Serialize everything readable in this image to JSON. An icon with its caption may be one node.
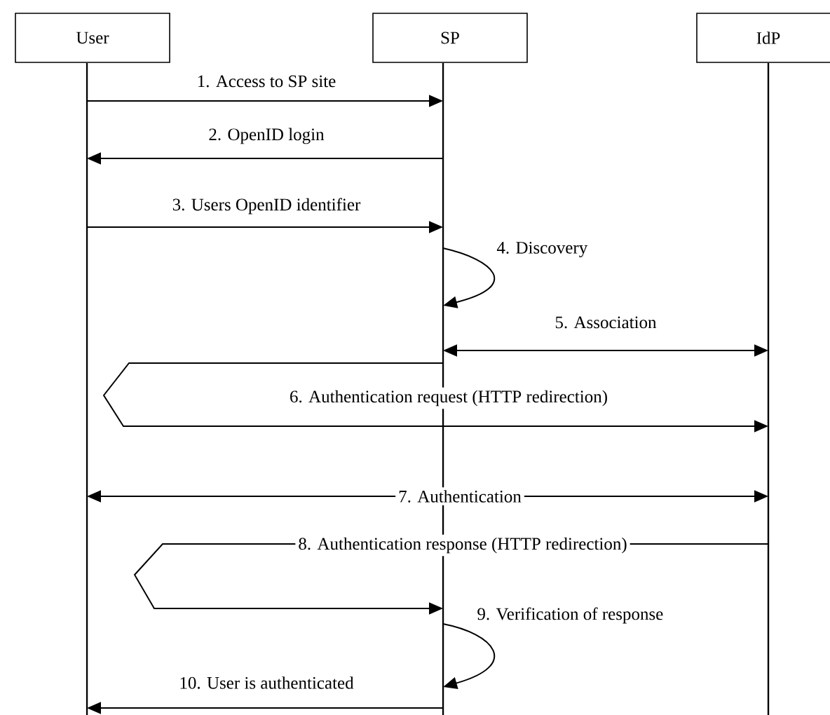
{
  "diagram": {
    "nodes": [
      {
        "text": [
          "User"
        ]
      },
      {
        "text": [
          "SP"
        ]
      },
      {
        "text": [
          "IdP"
        ]
      },
      {
        "text": [],
        "shape": "bar"
      },
      {
        "text": [],
        "shape": "bar"
      },
      {
        "text": [],
        "shape": "bar"
      }
    ],
    "edges": [
      {
        "from": 3,
        "to": 4,
        "arrow": "to",
        "label": "1. Access to SP site"
      },
      {
        "from": 4,
        "to": 3,
        "arrow": "to",
        "label": "2. OpenID login"
      },
      {
        "from": 3,
        "to": 4,
        "arrow": "to",
        "label": "3. Users OpenID identifier"
      },
      {
        "from": 4,
        "to": 4,
        "arrow": "to",
        "label": "4. Discovery"
      },
      {
        "from": 4,
        "to": 5,
        "arrow": "both",
        "label": "5. Association"
      },
      {
        "from": 4,
        "to": 5,
        "arrow": "to",
        "label": "6. Authentication request (HTTP redirection)"
      },
      {
        "from": 3,
        "to": 5,
        "arrow": "both",
        "label": "7. Authentication"
      },
      {
        "from": 5,
        "to": 4,
        "arrow": "to",
        "label": "8. Authentication response (HTTP redirection)"
      },
      {
        "from": 4,
        "to": 4,
        "arrow": "to",
        "label": "9. Verification of response"
      },
      {
        "from": 4,
        "to": 3,
        "arrow": "to",
        "label": "10. User is authenticated"
      }
    ]
  }
}
